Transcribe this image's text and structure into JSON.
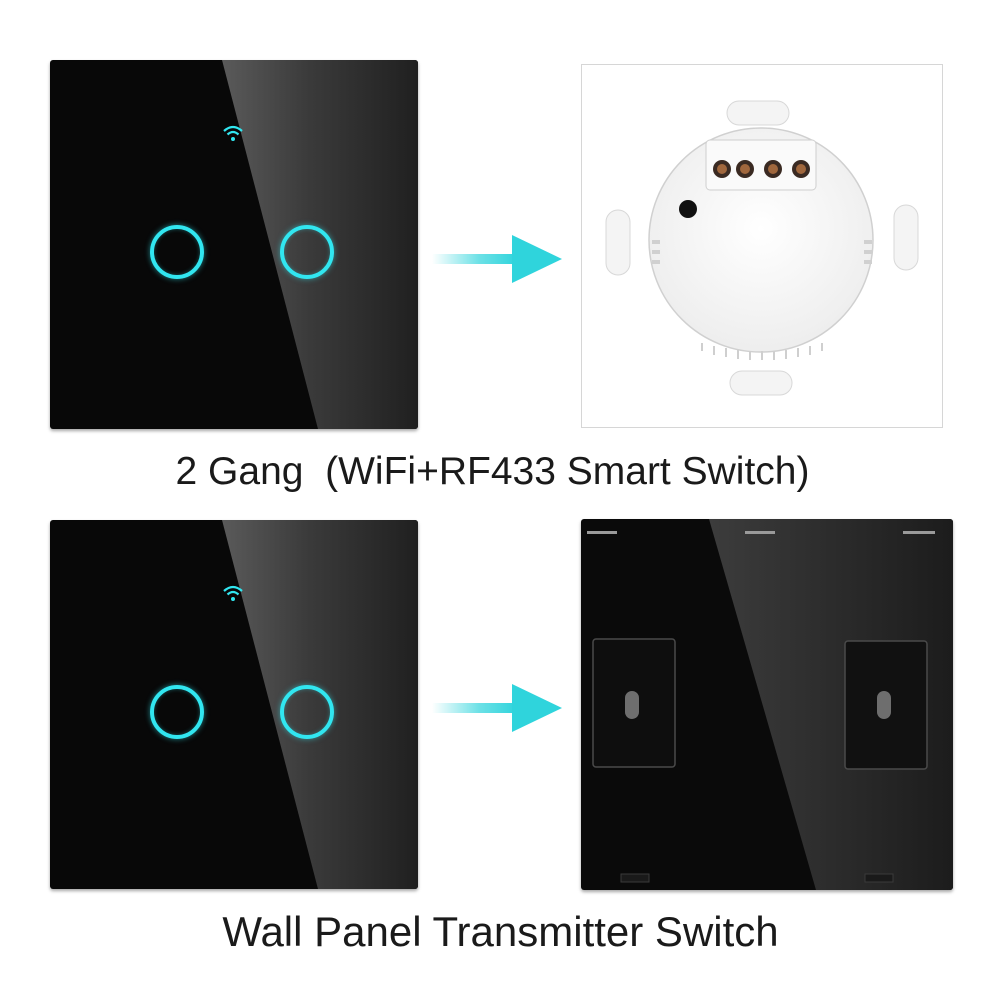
{
  "captions": {
    "top": "2 Gang  (WiFi+RF433 Smart Switch)",
    "bottom": "Wall Panel Transmitter Switch"
  },
  "colors": {
    "glass": "#080808",
    "touch_ring": "#31e6f0",
    "arrow": "#2fd4dc",
    "background": "#ffffff"
  },
  "icons": [
    "wifi-icon",
    "touch-button-ring",
    "arrow-right-icon"
  ]
}
